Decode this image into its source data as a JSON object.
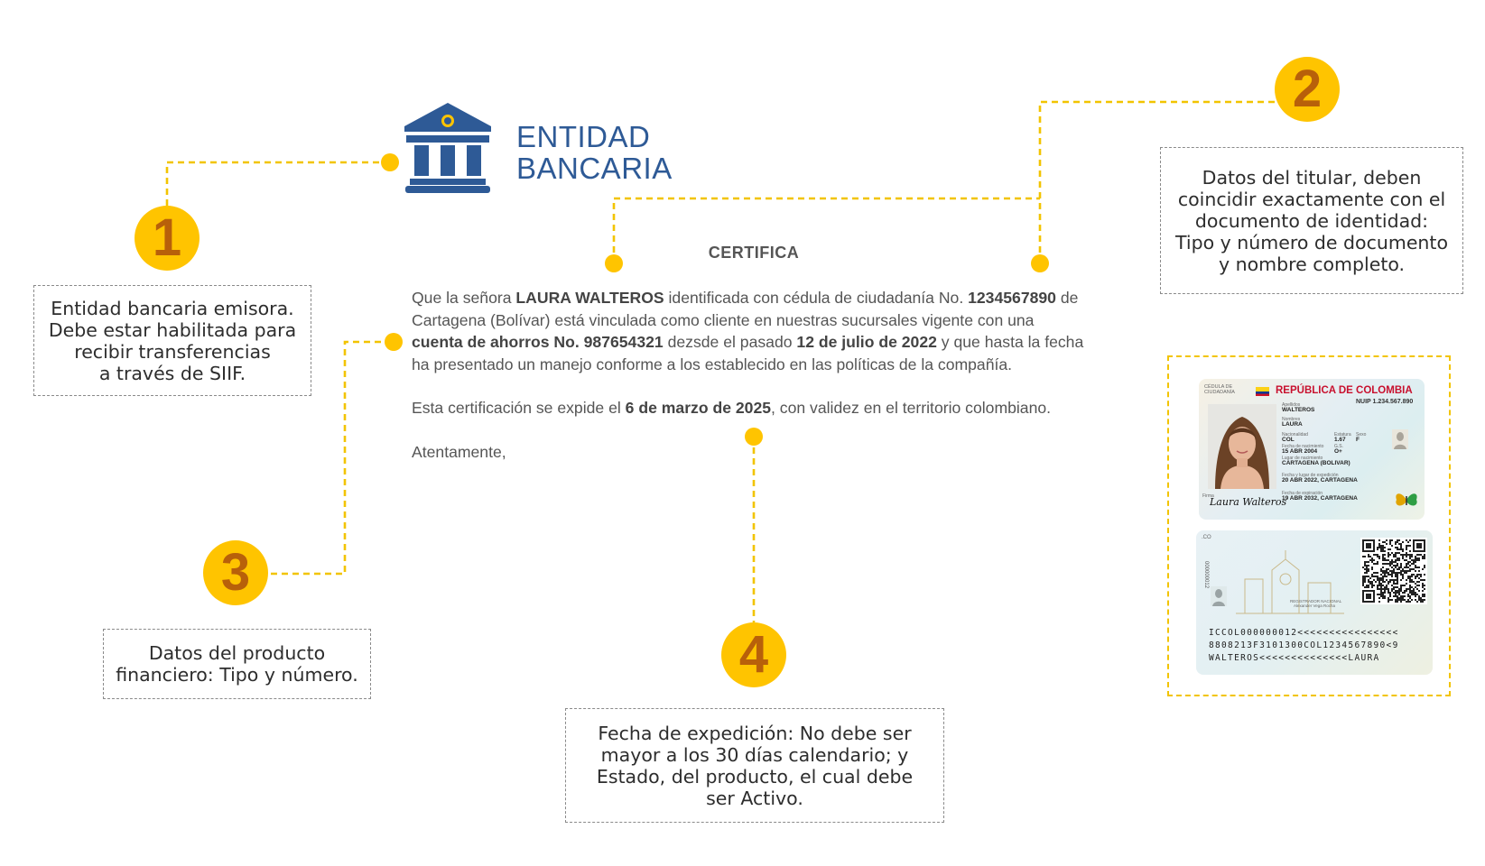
{
  "bank": {
    "logo_icon": "bank-building-icon",
    "name_line1": "ENTIDAD",
    "name_line2": "BANCARIA"
  },
  "certificate": {
    "title": "CERTIFICA",
    "p1": {
      "t1": "Que la señora ",
      "holder_name": "LAURA WALTEROS",
      "t2": " identificada con cédula de ciudadanía No. ",
      "id_number": "1234567890",
      "t3": " de Cartagena (Bolívar) está vinculada como cliente en nuestras sucursales vigente con una ",
      "account": "cuenta de ahorros No. 987654321",
      "t4": " dezsde el pasado ",
      "since_date": "12 de julio de 2022",
      "t5": " y que hasta la fecha ha presentado un manejo conforme a los establecido en las políticas de la compañía."
    },
    "p2": {
      "t1": "Esta certificación se expide el ",
      "issue_date": "6 de marzo de 2025",
      "t2": ", con validez en el territorio colombiano."
    },
    "closing": "Atentamente,"
  },
  "callouts": [
    {
      "number": "1",
      "text": "Entidad bancaria emisora.\nDebe estar habilitada para\nrecibir transferencias\na través de SIIF."
    },
    {
      "number": "2",
      "text": "Datos del titular, deben\ncoincidir exactamente con el\ndocumento de identidad:\nTipo y número de documento\ny nombre completo."
    },
    {
      "number": "3",
      "text": "Datos del producto\nfinanciero: Tipo y número."
    },
    {
      "number": "4",
      "text": "Fecha de expedición: No debe ser\nmayor a los 30 días calendario; y\nEstado, del producto, el cual debe\nser Activo."
    }
  ],
  "id_card": {
    "front": {
      "doc_type_line1": "CÉDULA DE",
      "doc_type_line2": "CIUDADANÍA",
      "country_title": "REPÚBLICA DE COLOMBIA",
      "nuip": "NUIP 1.234.567.890",
      "surname_label": "Apellidos",
      "surname": "WALTEROS",
      "names_label": "Nombres",
      "names": "LAURA",
      "nationality_label": "Nacionalidad",
      "nationality": "COL",
      "height_label": "Estatura",
      "height": "1.67",
      "sex_label": "Sexo",
      "sex": "F",
      "birth_date_label": "Fecha de nacimiento",
      "birth_date": "15 ABR 2004",
      "blood_type_label": "G.S.",
      "blood_type": "O+",
      "birth_place_label": "Lugar de nacimiento",
      "birth_place": "CARTAGENA (BOLIVAR)",
      "issue_label": "Fecha y lugar de expedición",
      "issue": "20 ABR 2022, CARTAGENA",
      "expiry_label": "Fecha de expiración",
      "expiry": "19 ABR 2032, CARTAGENA",
      "signature_label": "Firma",
      "signature": "Laura Walteros",
      "photo_icon": "portrait-photo-icon",
      "flag_icon": "colombia-flag-icon",
      "butterfly_icon": "butterfly-icon",
      "ghost_photo_icon": "ghost-portrait-icon",
      "colors": {
        "title_red": "#C8102E",
        "flag_yellow": "#FCD116",
        "flag_blue": "#003893",
        "flag_red": "#CE1126"
      }
    },
    "back": {
      "country_code": ".CO",
      "serial": "000000012",
      "registrar_line1": "REGISTRADOR NACIONAL",
      "registrar_line2": "Alexander Vega Rocha",
      "mrz_line1": "ICCOL000000012<<<<<<<<<<<<<<<<",
      "mrz_line2": "8808213F3101300COL1234567890<9",
      "mrz_line3": "WALTEROS<<<<<<<<<<<<<<LAURA",
      "qr_icon": "qr-code-icon",
      "ghost_photo_icon": "ghost-portrait-icon"
    }
  },
  "colors": {
    "accent_yellow": "#FFC400",
    "badge_number": "#B8600A",
    "bank_blue": "#2E5A96",
    "connector": "#F2C400",
    "note_border": "#8a8a8a"
  }
}
